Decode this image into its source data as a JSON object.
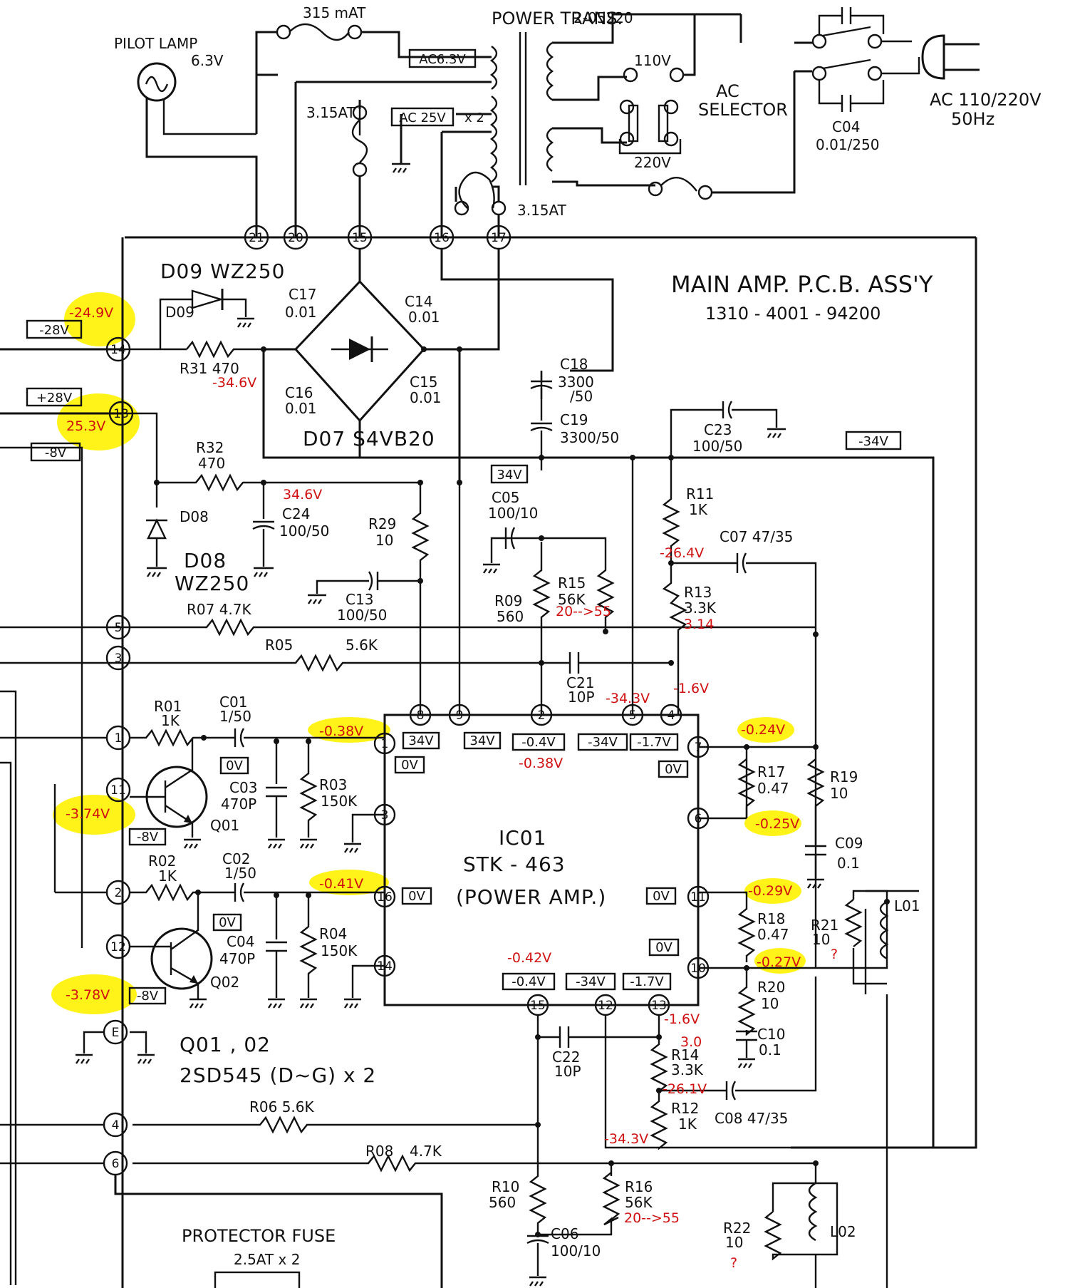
{
  "header": {
    "fuse_main": "315 mAT",
    "transformer": "POWER TRANS.",
    "transformer_code": "2-05220",
    "pilot_lamp": "PILOT LAMP",
    "pilot_lamp_v": "6.3V",
    "ac_63": "AC6.3V",
    "ac_25": "AC 25V",
    "ac_25_mult": "x 2",
    "fuse_315a": "3.15AT",
    "fuse_315b": "3.15AT",
    "v110": "110V",
    "v220": "220V",
    "ac_selector_1": "AC",
    "ac_selector_2": "SELECTOR",
    "c04": "C04",
    "c04_val": "0.01/250",
    "ac_in": "AC 110/220V",
    "ac_freq": "50Hz"
  },
  "board": {
    "title": "MAIN AMP. P.C.B. ASS'Y",
    "part_no": "1310 - 4001 - 94200",
    "ic_ref": "IC01",
    "ic_part": "STK - 463",
    "ic_func": "(POWER AMP.)",
    "transistors": "Q01 , 02",
    "transistor_part": "2SD545 (D~G) x 2",
    "protector": "PROTECTOR FUSE",
    "protector_val": "2.5AT x 2"
  },
  "connectors": [
    "21",
    "20",
    "15",
    "16",
    "17",
    "14",
    "13",
    "5",
    "3",
    "1",
    "11",
    "2",
    "12",
    "E",
    "4",
    "6"
  ],
  "ic_pins_top": [
    "8",
    "9",
    "2",
    "5",
    "4"
  ],
  "ic_pins_left": [
    "1",
    "3",
    "16",
    "14"
  ],
  "ic_pins_right": [
    "7",
    "6",
    "11",
    "10"
  ],
  "ic_pins_bottom": [
    "15",
    "12",
    "13"
  ],
  "boxes": {
    "m28": "-28V",
    "p28": "+28V",
    "m8": "-8V",
    "m34": "-34V",
    "p34": "34V",
    "ic_34a": "34V",
    "ic_34b": "34V",
    "ic_m04a": "-0.4V",
    "ic_m34a": "-34V",
    "ic_m17a": "-1.7V",
    "ic_0v1": "0V",
    "ic_0v2": "0V",
    "ic_0v3": "0V",
    "ic_0v4": "0V",
    "ic_0v5": "0V",
    "ic_m04b": "-0.4V",
    "ic_m34b": "-34V",
    "ic_m17b": "-1.7V",
    "q_0v1": "0V",
    "q_0v2": "0V",
    "q_m8a": "-8V",
    "q_m8b": "-8V"
  },
  "components": {
    "d09_title": "D09  WZ250",
    "d09": "D09",
    "r31": "R31 470",
    "c17": "C17",
    "c17v": "0.01",
    "c14": "C14",
    "c14v": "0.01",
    "c16": "C16",
    "c16v": "0.01",
    "c15": "C15",
    "c15v": "0.01",
    "d07": "D07  S4VB20",
    "c18": "C18",
    "c18v": "3300",
    "c18v2": "/50",
    "c19": "C19",
    "c19v": "3300/50",
    "c23": "C23",
    "c23v": "100/50",
    "r32": "R32",
    "r32v": "470",
    "d08": "D08",
    "d08b": "D08",
    "d08v": "WZ250",
    "c24": "C24",
    "c24v": "100/50",
    "r29": "R29",
    "r29v": "10",
    "c13": "C13",
    "c13v": "100/50",
    "c05": "C05",
    "c05v": "100/10",
    "r15": "R15",
    "r15v": "56K",
    "r09": "R09",
    "r09v": "560",
    "r11": "R11",
    "r11v": "1K",
    "c07": "C07  47/35",
    "r13": "R13",
    "r13v": "3.3K",
    "r07": "R07 4.7K",
    "r05": "R05",
    "r05v": "5.6K",
    "c21": "C21",
    "c21v": "10P",
    "r01": "R01",
    "r01v": "1K",
    "c01": "C01",
    "c01v": "1/50",
    "c03": "C03",
    "c03v": "470P",
    "r03": "R03",
    "r03v": "150K",
    "q01": "Q01",
    "r02": "R02",
    "r02v": "1K",
    "c02": "C02",
    "c02v": "1/50",
    "c04b": "C04",
    "c04bv": "470P",
    "r04": "R04",
    "r04v": "150K",
    "q02": "Q02",
    "r17": "R17",
    "r17v": "0.47",
    "r19": "R19",
    "r19v": "10",
    "c09": "C09",
    "c09v": "0.1",
    "r18": "R18",
    "r18v": "0.47",
    "r21": "R21",
    "r21v": "10",
    "l01": "L01",
    "r20": "R20",
    "r20v": "10",
    "c10": "C10",
    "c10v": "0.1",
    "c22": "C22",
    "c22v": "10P",
    "r14": "R14",
    "r14v": "3.3K",
    "r12": "R12",
    "r12v": "1K",
    "c08": "C08  47/35",
    "r06": "R06 5.6K",
    "r08": "R08",
    "r08v": "4.7K",
    "r10": "R10",
    "r10v": "560",
    "r16": "R16",
    "r16v": "56K",
    "c06": "C06",
    "c06v": "100/10",
    "r22": "R22",
    "r22v": "10",
    "l02": "L02"
  },
  "measurements": {
    "m_249": "-24.9V",
    "m_346n": "-34.6V",
    "m_253": "25.3V",
    "m_346": "34.6V",
    "m_264": "-26.4V",
    "m_2055a": "20-->55",
    "m_314": "3.14",
    "m_16a": "-1.6V",
    "m_343a": "-34.3V",
    "m_038": "-0.38V",
    "m_038b": "-0.38V",
    "m_024": "-0.24V",
    "m_025": "-0.25V",
    "m_374": "-3.74V",
    "m_041": "-0.41V",
    "m_029": "-0.29V",
    "m_q1": "?",
    "m_027": "-0.27V",
    "m_042": "-0.42V",
    "m_378": "-3.78V",
    "m_16b": "-1.6V",
    "m_30": "3.0",
    "m_261": "-26.1V",
    "m_343b": "-34.3V",
    "m_2055b": "20-->55",
    "m_q2": "?"
  },
  "colors": {
    "line": "#111111",
    "annotation": "#d01010",
    "highlight": "#fff200"
  }
}
